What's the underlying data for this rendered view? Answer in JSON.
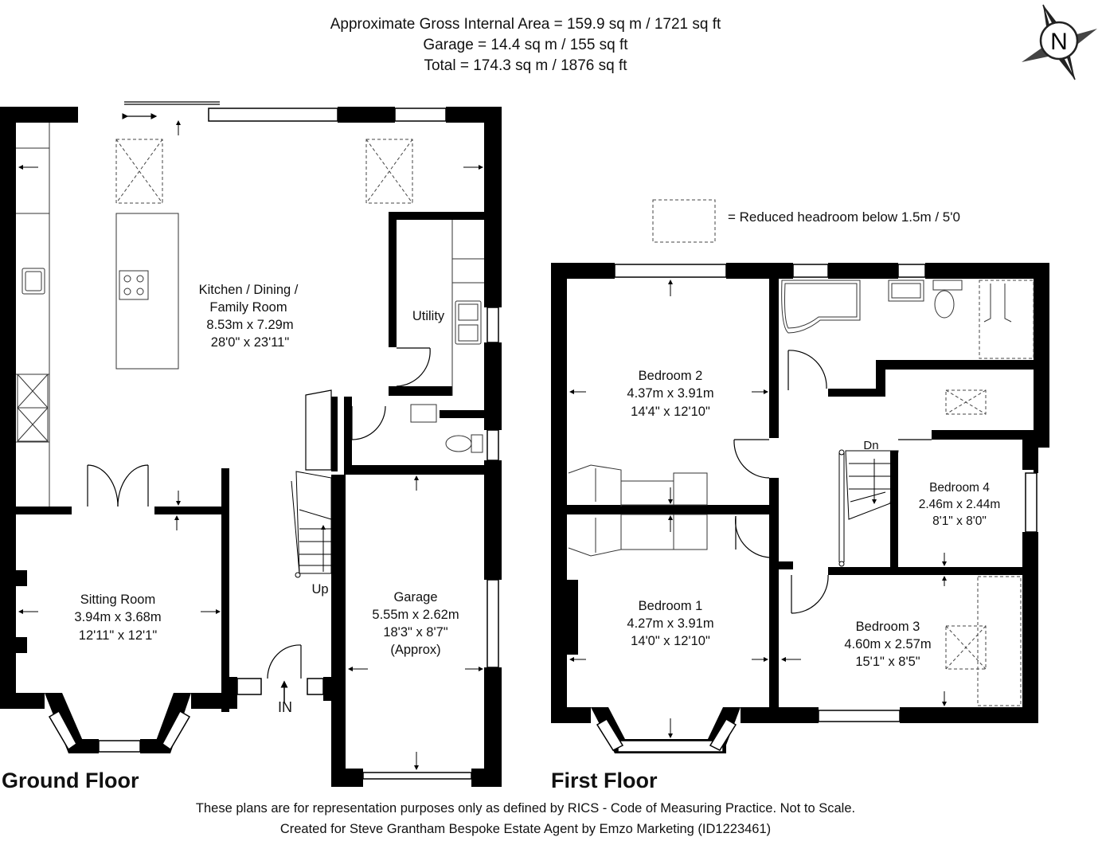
{
  "header": {
    "gross_area": "Approximate Gross Internal Area = 159.9 sq m / 1721 sq ft",
    "garage_area": "Garage = 14.4 sq m / 155 sq ft",
    "total_area": "Total = 174.3 sq m / 1876 sq ft"
  },
  "compass": {
    "label": "N"
  },
  "legend": {
    "text": "= Reduced headroom below 1.5m / 5'0"
  },
  "ground_floor": {
    "title": "Ground Floor",
    "rooms": [
      {
        "name": "Kitchen / Dining /",
        "line2": "Family Room",
        "metric": "8.53m x 7.29m",
        "imperial": "28'0\" x 23'11\""
      },
      {
        "name": "Utility"
      },
      {
        "name": "Sitting Room",
        "metric": "3.94m x 3.68m",
        "imperial": "12'11\" x 12'1\""
      },
      {
        "name": "Garage",
        "metric": "5.55m x 2.62m",
        "imperial": "18'3\" x 8'7\"",
        "note": "(Approx)"
      }
    ],
    "stairs_label": "Up",
    "entrance_label": "IN"
  },
  "first_floor": {
    "title": "First Floor",
    "rooms": [
      {
        "name": "Bedroom 2",
        "metric": "4.37m x 3.91m",
        "imperial": "14'4\" x 12'10\""
      },
      {
        "name": "Bedroom 1",
        "metric": "4.27m x 3.91m",
        "imperial": "14'0\" x 12'10\""
      },
      {
        "name": "Bedroom 4",
        "metric": "2.46m x 2.44m",
        "imperial": "8'1\" x 8'0\""
      },
      {
        "name": "Bedroom 3",
        "metric": "4.60m x 2.57m",
        "imperial": "15'1\" x 8'5\""
      }
    ],
    "stairs_label": "Dn"
  },
  "footer": {
    "disclaimer": "These plans are for representation purposes only as defined by RICS - Code of Measuring Practice. Not to Scale.",
    "credit": "Created for Steve Grantham Bespoke Estate Agent by Emzo Marketing (ID1223461)"
  },
  "colors": {
    "wall": "#000000",
    "fixture": "#555555",
    "background": "#ffffff"
  }
}
